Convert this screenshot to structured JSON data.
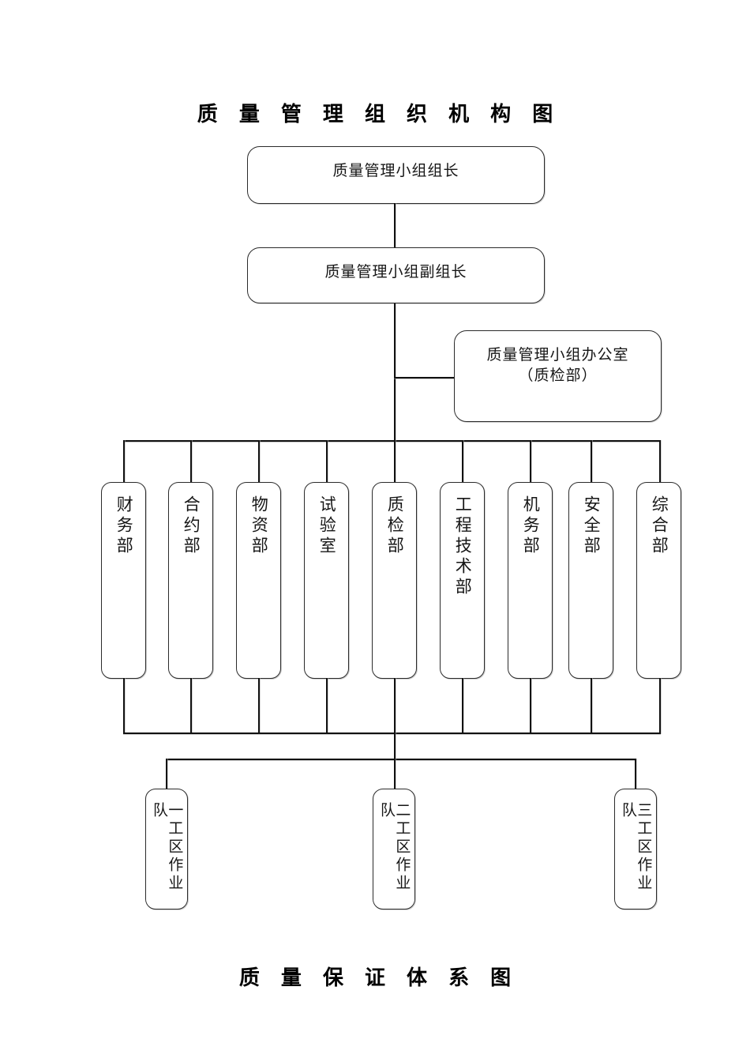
{
  "document": {
    "title_top": "质 量 管 理 组 织 机 构 图",
    "title_bottom": "质 量 保 证 体 系 图"
  },
  "chart_data": {
    "type": "org-chart",
    "title": "质 量 管 理 组 织 机 构 图",
    "caption": "质 量 保 证 体 系 图",
    "orientation": "top-down",
    "levels": [
      {
        "level": 1,
        "nodes": [
          "质量管理小组组长"
        ]
      },
      {
        "level": 2,
        "nodes": [
          "质量管理小组副组长"
        ]
      },
      {
        "level": 3,
        "nodes": [
          "质量管理小组办公室（质检部）"
        ]
      },
      {
        "level": 4,
        "nodes": [
          "财务部",
          "合约部",
          "物资部",
          "试验室",
          "质检部",
          "工程技术部",
          "机务部",
          "安全部",
          "综合部"
        ]
      },
      {
        "level": 5,
        "nodes": [
          "一工区作业队",
          "二工区作业队",
          "三工区作业队"
        ]
      }
    ]
  },
  "nodes": {
    "leader": {
      "label": "质量管理小组组长"
    },
    "deputy_leader": {
      "label": "质量管理小组副组长"
    },
    "office": {
      "label": "质量管理小组办公室\n（质检部）",
      "line1": "质量管理小组办公室",
      "line2": "（质检部）"
    }
  },
  "departments": [
    {
      "label": "财务部"
    },
    {
      "label": "合约部"
    },
    {
      "label": "物资部"
    },
    {
      "label": "试验室"
    },
    {
      "label": "质检部"
    },
    {
      "label": "工程技术部"
    },
    {
      "label": "机务部"
    },
    {
      "label": "安全部"
    },
    {
      "label": "综合部"
    }
  ],
  "work_teams": [
    {
      "label": "一工区作业队"
    },
    {
      "label": "二工区作业队"
    },
    {
      "label": "三工区作业队"
    }
  ]
}
